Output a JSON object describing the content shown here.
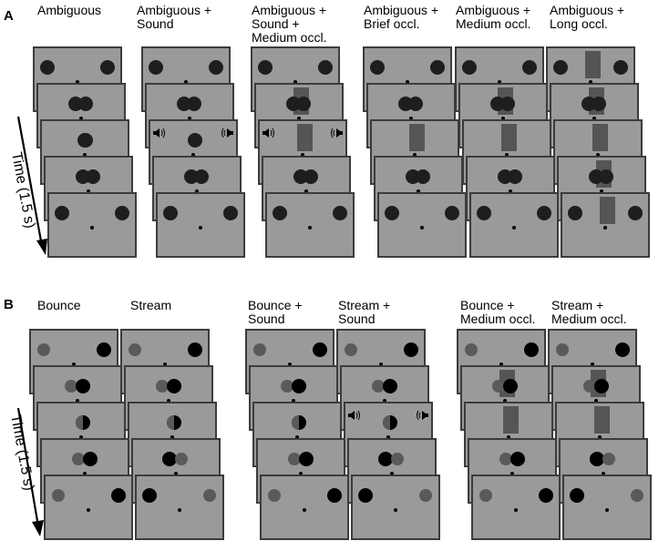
{
  "panel_a": {
    "letter": "A",
    "time_label": "Time (1.5 s)",
    "columns": [
      {
        "lines": [
          "Ambiguous"
        ],
        "frames": [
          {
            "balls": [
              "L",
              "R"
            ]
          },
          {
            "balls": [
              "PAIR"
            ]
          },
          {
            "balls": [
              "MERGE"
            ]
          },
          {
            "balls": [
              "PAIR"
            ]
          },
          {
            "balls": [
              "L",
              "R"
            ]
          }
        ]
      },
      {
        "lines": [
          "Ambiguous +",
          "Sound"
        ],
        "frames": [
          {
            "balls": [
              "L",
              "R"
            ]
          },
          {
            "balls": [
              "PAIR"
            ]
          },
          {
            "balls": [
              "C"
            ],
            "sound": true
          },
          {
            "balls": [
              "PAIR"
            ]
          },
          {
            "balls": [
              "L",
              "R"
            ]
          }
        ]
      },
      {
        "lines": [
          "Ambiguous +",
          "Sound +",
          "Medium occl."
        ],
        "frames": [
          {
            "balls": [
              "L",
              "R"
            ]
          },
          {
            "balls": [
              "PAIR"
            ],
            "occ": "medium"
          },
          {
            "balls": [],
            "occ": "medium",
            "sound": true
          },
          {
            "balls": [
              "PAIR"
            ]
          },
          {
            "balls": [
              "L",
              "R"
            ]
          }
        ]
      },
      {
        "lines": [
          "Ambiguous +",
          "Brief occl."
        ],
        "frames": [
          {
            "balls": [
              "L",
              "R"
            ]
          },
          {
            "balls": [
              "PAIR"
            ]
          },
          {
            "balls": [],
            "occ": "brief"
          },
          {
            "balls": [
              "PAIR"
            ]
          },
          {
            "balls": [
              "L",
              "R"
            ]
          }
        ]
      },
      {
        "lines": [
          "Ambiguous +",
          "Medium occl."
        ],
        "frames": [
          {
            "balls": [
              "L",
              "R"
            ]
          },
          {
            "balls": [
              "PAIR"
            ],
            "occ": "medium"
          },
          {
            "balls": [],
            "occ": "medium"
          },
          {
            "balls": [
              "PAIR"
            ]
          },
          {
            "balls": [
              "L",
              "R"
            ]
          }
        ]
      },
      {
        "lines": [
          "Ambiguous +",
          "Long occl."
        ],
        "frames": [
          {
            "balls": [
              "L",
              "R"
            ],
            "occ": "long"
          },
          {
            "balls": [
              "PAIR"
            ],
            "occ": "long"
          },
          {
            "balls": [],
            "occ": "long"
          },
          {
            "balls": [
              "PAIR"
            ],
            "occ": "long"
          },
          {
            "balls": [
              "L",
              "R"
            ],
            "occ": "long"
          }
        ]
      }
    ]
  },
  "panel_b": {
    "letter": "B",
    "time_label": "Time (1.5 s)",
    "columns": [
      {
        "lines": [
          "Bounce"
        ],
        "frames": [
          {
            "balls": [
              "GL",
              "KR"
            ]
          },
          {
            "balls": [
              "GPL",
              "KPR"
            ]
          },
          {
            "balls": [
              "KCENTER",
              "GHALF"
            ]
          },
          {
            "balls": [
              "GPL",
              "KPR"
            ]
          },
          {
            "balls": [
              "GL",
              "KR"
            ]
          }
        ]
      },
      {
        "lines": [
          "Stream"
        ],
        "frames": [
          {
            "balls": [
              "GL",
              "KR"
            ]
          },
          {
            "balls": [
              "GPL",
              "KPR"
            ]
          },
          {
            "balls": [
              "KCENTER",
              "GHALF"
            ]
          },
          {
            "balls": [
              "KPL",
              "GPR"
            ]
          },
          {
            "balls": [
              "KL",
              "GR"
            ]
          }
        ]
      },
      {
        "lines": [
          "Bounce +",
          "Sound"
        ],
        "frames": [
          {
            "balls": [
              "GL",
              "KR"
            ]
          },
          {
            "balls": [
              "GPL",
              "KPR"
            ]
          },
          {
            "balls": [
              "KCENTER",
              "GHALF"
            ]
          },
          {
            "balls": [
              "GPL",
              "KPR"
            ]
          },
          {
            "balls": [
              "GL",
              "KR"
            ]
          }
        ]
      },
      {
        "lines": [
          "Stream +",
          "Sound"
        ],
        "frames": [
          {
            "balls": [
              "GL",
              "KR"
            ]
          },
          {
            "balls": [
              "GPL",
              "KPR"
            ]
          },
          {
            "balls": [
              "KCENTER",
              "GHALF"
            ],
            "sound": true
          },
          {
            "balls": [
              "KPL",
              "GPR"
            ]
          },
          {
            "balls": [
              "KL",
              "GR"
            ]
          }
        ]
      },
      {
        "lines": [
          "Bounce +",
          "Medium occl."
        ],
        "frames": [
          {
            "balls": [
              "GL",
              "KR"
            ]
          },
          {
            "balls": [
              "GPL",
              "KPR"
            ],
            "occ": "medium"
          },
          {
            "balls": [],
            "occ": "medium"
          },
          {
            "balls": [
              "GPL",
              "KPR"
            ]
          },
          {
            "balls": [
              "GL",
              "KR"
            ]
          }
        ]
      },
      {
        "lines": [
          "Stream +",
          "Medium occl."
        ],
        "frames": [
          {
            "balls": [
              "GL",
              "KR"
            ]
          },
          {
            "balls": [
              "GPL",
              "KPR"
            ],
            "occ": "medium"
          },
          {
            "balls": [],
            "occ": "medium"
          },
          {
            "balls": [
              "KPL",
              "GPR"
            ]
          },
          {
            "balls": [
              "KL",
              "GR"
            ]
          }
        ]
      }
    ]
  },
  "colors": {
    "frame_fill": "#9a9a9a",
    "frame_stroke": "#3c3c3c",
    "ball_dark": "#1e1e1e",
    "ball_gray": "#5a5a5a",
    "ball_black": "#000000",
    "occluder": "#555555",
    "fixation": "#000000"
  }
}
